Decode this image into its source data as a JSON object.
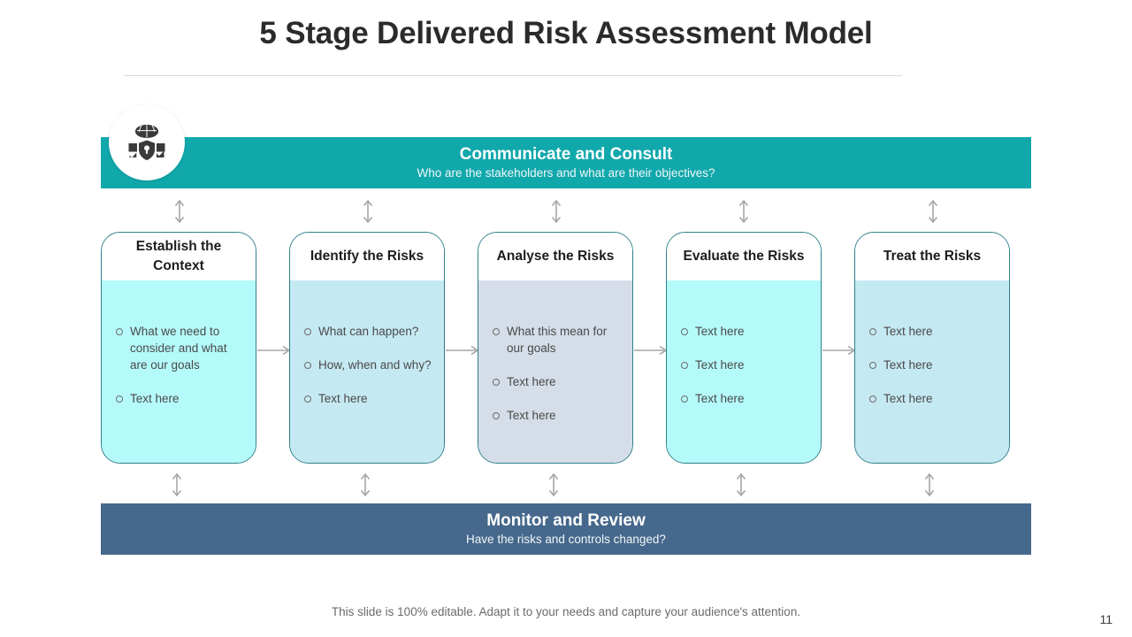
{
  "slide": {
    "title": "5 Stage Delivered Risk Assessment Model",
    "page_number": "11",
    "footer_note": "This slide is 100% editable. Adapt it to your needs and capture your audience's attention."
  },
  "icon": {
    "name": "globe-shield-checklist-icon"
  },
  "top_band": {
    "title": "Communicate and Consult",
    "subtitle": "Who are the stakeholders and what are their objectives?",
    "color": "#11a8ac"
  },
  "bottom_band": {
    "title": "Monitor and Review",
    "subtitle": "Have the risks and controls changed?",
    "color": "#46688c"
  },
  "stages": [
    {
      "title": "Establish the Context",
      "title_line1": "Establish the",
      "title_line2": "Context",
      "fill": "#b5fafa",
      "items": [
        "What we need to consider and what are our goals",
        "Text here"
      ]
    },
    {
      "title": "Identify the Risks",
      "title_line1": "Identify the",
      "title_line2": "Risks",
      "fill": "#c5e9f2",
      "items": [
        "What can happen?",
        "How, when and why?",
        "Text here"
      ]
    },
    {
      "title": "Analyse the Risks",
      "title_line1": "Analyse",
      "title_line2": "the Risks",
      "fill": "#d5dde8",
      "items": [
        "What this mean for our goals",
        "Text here",
        "Text here"
      ]
    },
    {
      "title": "Evaluate the Risks",
      "title_line1": "Evaluate",
      "title_line2": "the Risks",
      "fill": "#b5fafa",
      "items": [
        "Text here",
        "Text here",
        "Text here"
      ]
    },
    {
      "title": "Treat the Risks",
      "title_line1": "Treat the",
      "title_line2": "Risks",
      "fill": "#c5e9f2",
      "items": [
        "Text here",
        "Text here",
        "Text here"
      ]
    }
  ],
  "arrows": {
    "vertical_name": "double-headed-vertical-arrow-icon",
    "horizontal_name": "right-arrow-icon",
    "color": "#a6a6a6"
  }
}
